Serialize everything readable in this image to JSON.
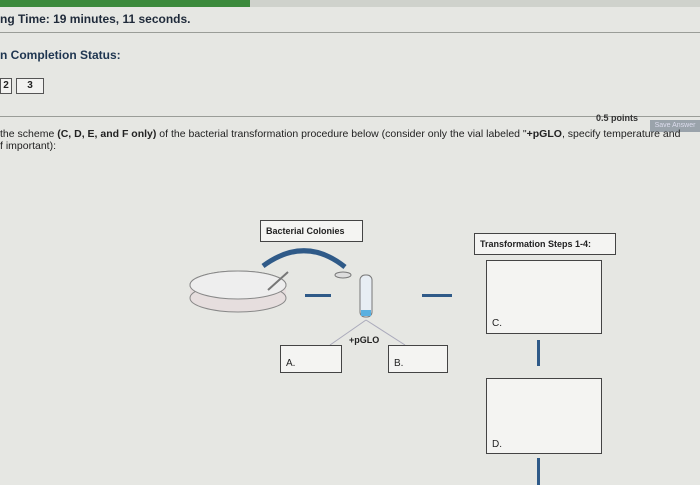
{
  "header": {
    "timer_text": "ng Time: 19 minutes, 11 seconds.",
    "completion_label": "n Completion Status:",
    "question_numbers": [
      "2",
      "3"
    ]
  },
  "question": {
    "points": "0.5 points",
    "save_label": "Save Answer",
    "prompt_prefix": "the scheme ",
    "prompt_bold": "(C, D, E, and F only)",
    "prompt_rest": " of the  bacterial transformation procedure below (consider only the vial labeled \"",
    "prompt_vial": "+pGLO",
    "prompt_end": ", specify temperature and",
    "prompt_line2": "f important):"
  },
  "diagram": {
    "colonies_label": "Bacterial Colonies",
    "vial_label": "+pGLO",
    "steps_label": "Transformation Steps 1-4:",
    "box_a": "A.",
    "box_b": "B.",
    "box_c": "C.",
    "box_d": "D."
  },
  "colors": {
    "accent": "#2f5a88",
    "progress": "#3c8a3c"
  }
}
